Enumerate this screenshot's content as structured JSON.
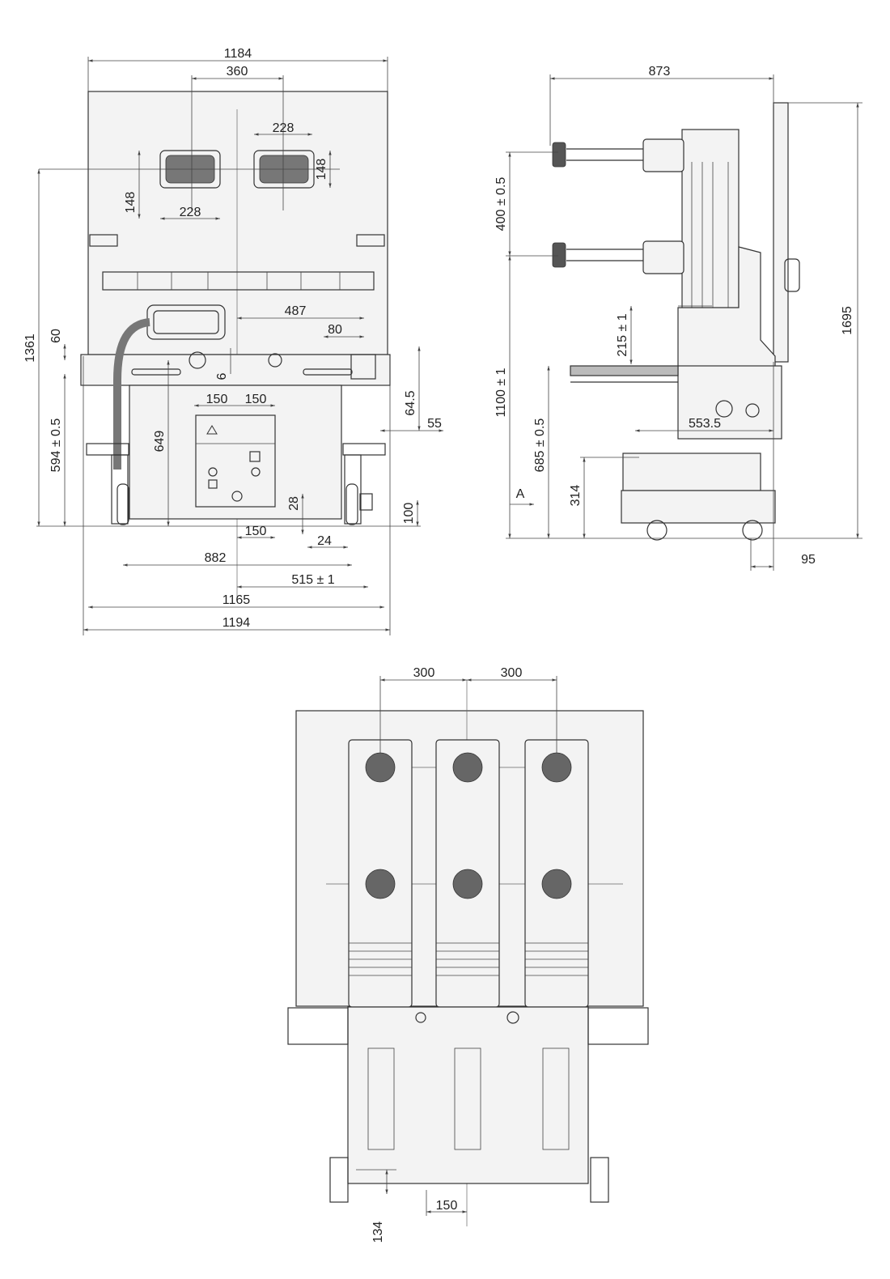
{
  "front_view": {
    "dims": {
      "overall_top": "1184",
      "window_span": "360",
      "window_w_right": "228",
      "window_h_right": "148",
      "window_h_left": "148",
      "window_w_left": "228",
      "center_offset": "487",
      "right_offset": "80",
      "height_60": "60",
      "height_6": "6",
      "half_left": "150",
      "half_right": "150",
      "height_64_5": "64.5",
      "side_55": "55",
      "overall_height": "1361",
      "lower_height": "594 ± 0.5",
      "frame_height": "649",
      "foot_28": "28",
      "bottom_150": "150",
      "bottom_24": "24",
      "side_100": "100",
      "wheel_track": "882",
      "half_track": "515 ± 1",
      "width_1165": "1165",
      "width_1194": "1194"
    }
  },
  "side_view": {
    "dims": {
      "depth_873": "873",
      "overall_height": "1695",
      "pole_pitch": "400 ± 0.5",
      "h_215": "215 ± 1",
      "h_1100": "1100 ± 1",
      "depth_553": "553.5",
      "h_685": "685 ± 0.5",
      "h_314": "314",
      "depth_95": "95",
      "view_label": "A"
    }
  },
  "top_view": {
    "dims": {
      "pitch_left": "300",
      "pitch_right": "300",
      "bottom_150": "150",
      "bottom_134": "134"
    }
  }
}
